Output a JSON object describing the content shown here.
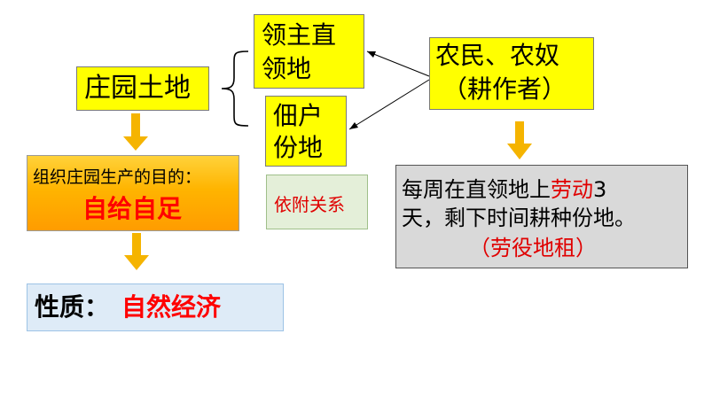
{
  "manor_land": "庄园土地",
  "lord_demesne": "领主直领地",
  "tenant_land": "佃户份地",
  "peasants": {
    "line1": "农民、农奴",
    "line2": "（耕作者）"
  },
  "purpose": {
    "label": "组织庄园生产的目的：",
    "value": "自给自足"
  },
  "dependency": "依附关系",
  "labor_rent": {
    "line1_a": "每周在直领地上",
    "line1_b": "劳动",
    "line1_c": "3",
    "line2": "天，剩下时间耕种份地。",
    "line3": "（劳役地租）"
  },
  "nature": {
    "label": "性质：",
    "value": "自然经济"
  },
  "colors": {
    "yellow_box": "#ffff00",
    "orange_box": "#ffb400",
    "arrow_gold": "#f5b400",
    "red_text": "#ff0000",
    "gray_box": "#d9d9d9",
    "blue_box": "#deebf7",
    "green_box": "#e4efd9"
  }
}
